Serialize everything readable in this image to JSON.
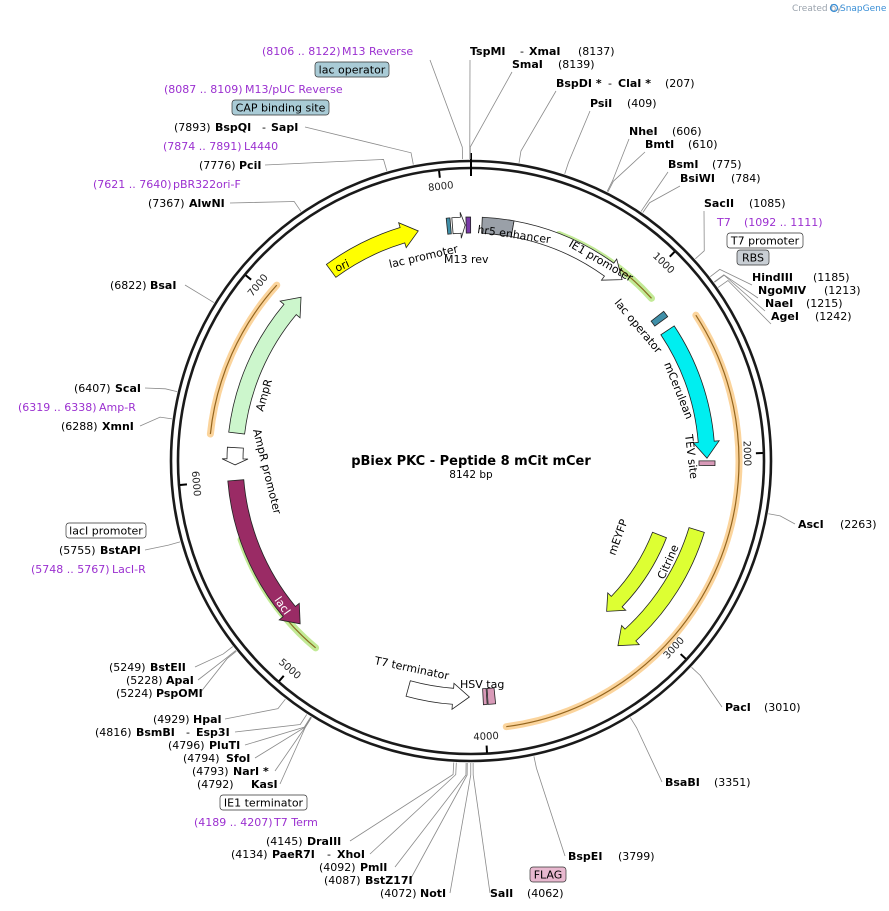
{
  "brand": {
    "prefix": "Created by",
    "name": "SnapGene"
  },
  "plasmid": {
    "name": "pBiex PKC - Peptide 8 mCit mCer",
    "length_label": "8142 bp",
    "length": 8142
  },
  "colors": {
    "ring": "#1a1a1a",
    "feature_gray": "#9aa0a8",
    "ori": "#ffff00",
    "ampr": "#ccf6cc",
    "laci": "#9a2b65",
    "mcerulean": "#00eef0",
    "yfp": "#ddff33",
    "promoter_white": "#ffffff",
    "enzyme_line": "#888888",
    "primer": "#9b30d0",
    "orange_glow": "#f7b04a",
    "green_glow": "#90d840",
    "label_blue": "#a9cbd6",
    "label_gray": "#c8ced4",
    "label_pink": "#e8b8cf"
  },
  "scale_ticks": [
    {
      "label": "1000",
      "pos": 1000
    },
    {
      "label": "2000",
      "pos": 2000
    },
    {
      "label": "3000",
      "pos": 3000
    },
    {
      "label": "4000",
      "pos": 4000
    },
    {
      "label": "5000",
      "pos": 5000
    },
    {
      "label": "6000",
      "pos": 6000
    },
    {
      "label": "7000",
      "pos": 7000
    },
    {
      "label": "8000",
      "pos": 8000
    }
  ],
  "features": [
    {
      "name": "hr5 enhancer",
      "label": "hr5 enhancer"
    },
    {
      "name": "IE1 promoter",
      "label": "IE1 promoter"
    },
    {
      "name": "lac operator",
      "label": "lac operator"
    },
    {
      "name": "mCerulean",
      "label": "mCerulean"
    },
    {
      "name": "TEV site",
      "label": "TEV site"
    },
    {
      "name": "Citrine",
      "label": "Citrine"
    },
    {
      "name": "mEYFP",
      "label": "mEYFP"
    },
    {
      "name": "HSV tag",
      "label": "HSV tag"
    },
    {
      "name": "T7 terminator",
      "label": "T7 terminator"
    },
    {
      "name": "lacI",
      "label": "lacI"
    },
    {
      "name": "AmpR promoter",
      "label": "AmpR promoter"
    },
    {
      "name": "AmpR",
      "label": "AmpR"
    },
    {
      "name": "ori",
      "label": "ori"
    },
    {
      "name": "lac promoter",
      "label": "lac promoter"
    },
    {
      "name": "M13 rev",
      "label": "M13 rev"
    }
  ],
  "enzymes": [
    {
      "name": "TspMI",
      "joiner": "-",
      "name2": "XmaI",
      "pos": "(8137)"
    },
    {
      "name": "SmaI",
      "pos": "(8139)"
    },
    {
      "name": "BspDI *",
      "joiner": "-",
      "name2": "ClaI *",
      "pos": "(207)"
    },
    {
      "name": "PsiI",
      "pos": "(409)"
    },
    {
      "name": "NheI",
      "pos": "(606)"
    },
    {
      "name": "BmtI",
      "pos": "(610)"
    },
    {
      "name": "BsmI",
      "pos": "(775)"
    },
    {
      "name": "BsiWI",
      "pos": "(784)"
    },
    {
      "name": "SacII",
      "pos": "(1085)"
    },
    {
      "name": "HindIII",
      "pos": "(1185)"
    },
    {
      "name": "NgoMIV",
      "pos": "(1213)"
    },
    {
      "name": "NaeI",
      "pos": "(1215)"
    },
    {
      "name": "AgeI",
      "pos": "(1242)"
    },
    {
      "name": "AscI",
      "pos": "(2263)"
    },
    {
      "name": "PacI",
      "pos": "(3010)"
    },
    {
      "name": "BsaBI",
      "pos": "(3351)"
    },
    {
      "name": "BspEI",
      "pos": "(3799)"
    },
    {
      "name": "SalI",
      "pos": "(4062)"
    },
    {
      "name": "NotI",
      "pos": "(4072)"
    },
    {
      "name": "BstZ17I",
      "pos": "(4087)"
    },
    {
      "name": "PmlI",
      "pos": "(4092)"
    },
    {
      "name": "PaeR7I",
      "joiner": "-",
      "name2": "XhoI",
      "pos": "(4134)"
    },
    {
      "name": "DraIII",
      "pos": "(4145)"
    },
    {
      "name": "KasI",
      "pos": "(4792)"
    },
    {
      "name": "NarI *",
      "pos": "(4793)"
    },
    {
      "name": "SfoI",
      "pos": "(4794)"
    },
    {
      "name": "PluTI",
      "pos": "(4796)"
    },
    {
      "name": "BsmBI",
      "joiner": "-",
      "name2": "Esp3I",
      "pos": "(4816)"
    },
    {
      "name": "HpaI",
      "pos": "(4929)"
    },
    {
      "name": "PspOMI",
      "pos": "(5224)"
    },
    {
      "name": "ApaI",
      "pos": "(5228)"
    },
    {
      "name": "BstEII",
      "pos": "(5249)"
    },
    {
      "name": "BstAPI",
      "pos": "(5755)"
    },
    {
      "name": "XmnI",
      "pos": "(6288)"
    },
    {
      "name": "ScaI",
      "pos": "(6407)"
    },
    {
      "name": "BsaI",
      "pos": "(6822)"
    },
    {
      "name": "AlwNI",
      "pos": "(7367)"
    },
    {
      "name": "PciI",
      "pos": "(7776)"
    },
    {
      "name": "BspQI",
      "joiner": "-",
      "name2": "SapI",
      "pos": "(7893)"
    }
  ],
  "primers": [
    {
      "range": "(8106 .. 8122)",
      "name": "M13 Reverse"
    },
    {
      "range": "(8087 .. 8109)",
      "name": "M13/pUC Reverse"
    },
    {
      "range": "(7874 .. 7891)",
      "name": "L4440"
    },
    {
      "range": "(7621 .. 7640)",
      "name": "pBR322ori-F"
    },
    {
      "range": "(1092 .. 1111)",
      "name": "T7"
    },
    {
      "range": "(6319 .. 6338)",
      "name": "Amp-R"
    },
    {
      "range": "(5748 .. 5767)",
      "name": "LacI-R"
    },
    {
      "range": "(4189 .. 4207)",
      "name": "T7 Term"
    }
  ],
  "boxed_labels": [
    {
      "text": "lac operator"
    },
    {
      "text": "CAP binding site"
    },
    {
      "text": "T7 promoter"
    },
    {
      "text": "RBS"
    },
    {
      "text": "lacI promoter"
    },
    {
      "text": "IE1 terminator"
    },
    {
      "text": "FLAG"
    }
  ]
}
